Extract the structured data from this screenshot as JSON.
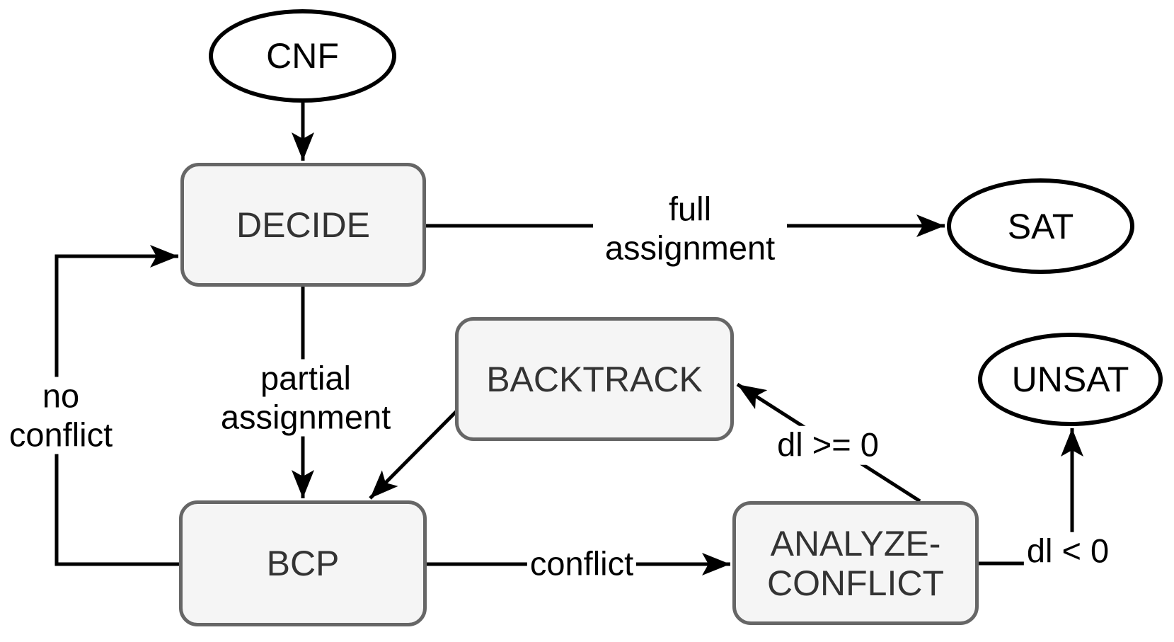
{
  "diagram": {
    "type": "flowchart",
    "topic": "SAT solver (CDCL) control flow"
  },
  "colors": {
    "page_bg": "#ffffff",
    "node_fill": "#f5f5f5",
    "node_border": "#666666",
    "node_text": "#333333",
    "terminal_fill": "#ffffff",
    "terminal_border": "#000000",
    "terminal_text": "#000000",
    "edge_color": "#000000",
    "edge_label_text": "#000000"
  },
  "nodes": {
    "cnf": {
      "label": "CNF",
      "shape": "ellipse"
    },
    "decide": {
      "label": "DECIDE",
      "shape": "rounded-rectangle"
    },
    "sat": {
      "label": "SAT",
      "shape": "ellipse"
    },
    "backtrack": {
      "label": "BACKTRACK",
      "shape": "rounded-rectangle"
    },
    "unsat": {
      "label": "UNSAT",
      "shape": "ellipse"
    },
    "bcp": {
      "label": "BCP",
      "shape": "rounded-rectangle"
    },
    "analyze_conflict": {
      "label": "ANALYZE-CONFLICT",
      "shape": "rounded-rectangle"
    }
  },
  "edges": {
    "cnf_to_decide": {
      "from": "CNF",
      "to": "DECIDE",
      "label": ""
    },
    "decide_to_sat": {
      "from": "DECIDE",
      "to": "SAT",
      "label": "full assignment"
    },
    "decide_to_bcp": {
      "from": "DECIDE",
      "to": "BCP",
      "label": "partial assignment"
    },
    "backtrack_to_bcp": {
      "from": "BACKTRACK",
      "to": "BCP",
      "label": ""
    },
    "bcp_to_analyze_conflict": {
      "from": "BCP",
      "to": "ANALYZE-CONFLICT",
      "label": "conflict"
    },
    "analyze_conflict_to_backtrack": {
      "from": "ANALYZE-CONFLICT",
      "to": "BACKTRACK",
      "label": "dl >= 0"
    },
    "analyze_conflict_to_unsat": {
      "from": "ANALYZE-CONFLICT",
      "to": "UNSAT",
      "label": "dl < 0"
    },
    "bcp_to_decide": {
      "from": "BCP",
      "to": "DECIDE",
      "label": "no conflict"
    }
  }
}
